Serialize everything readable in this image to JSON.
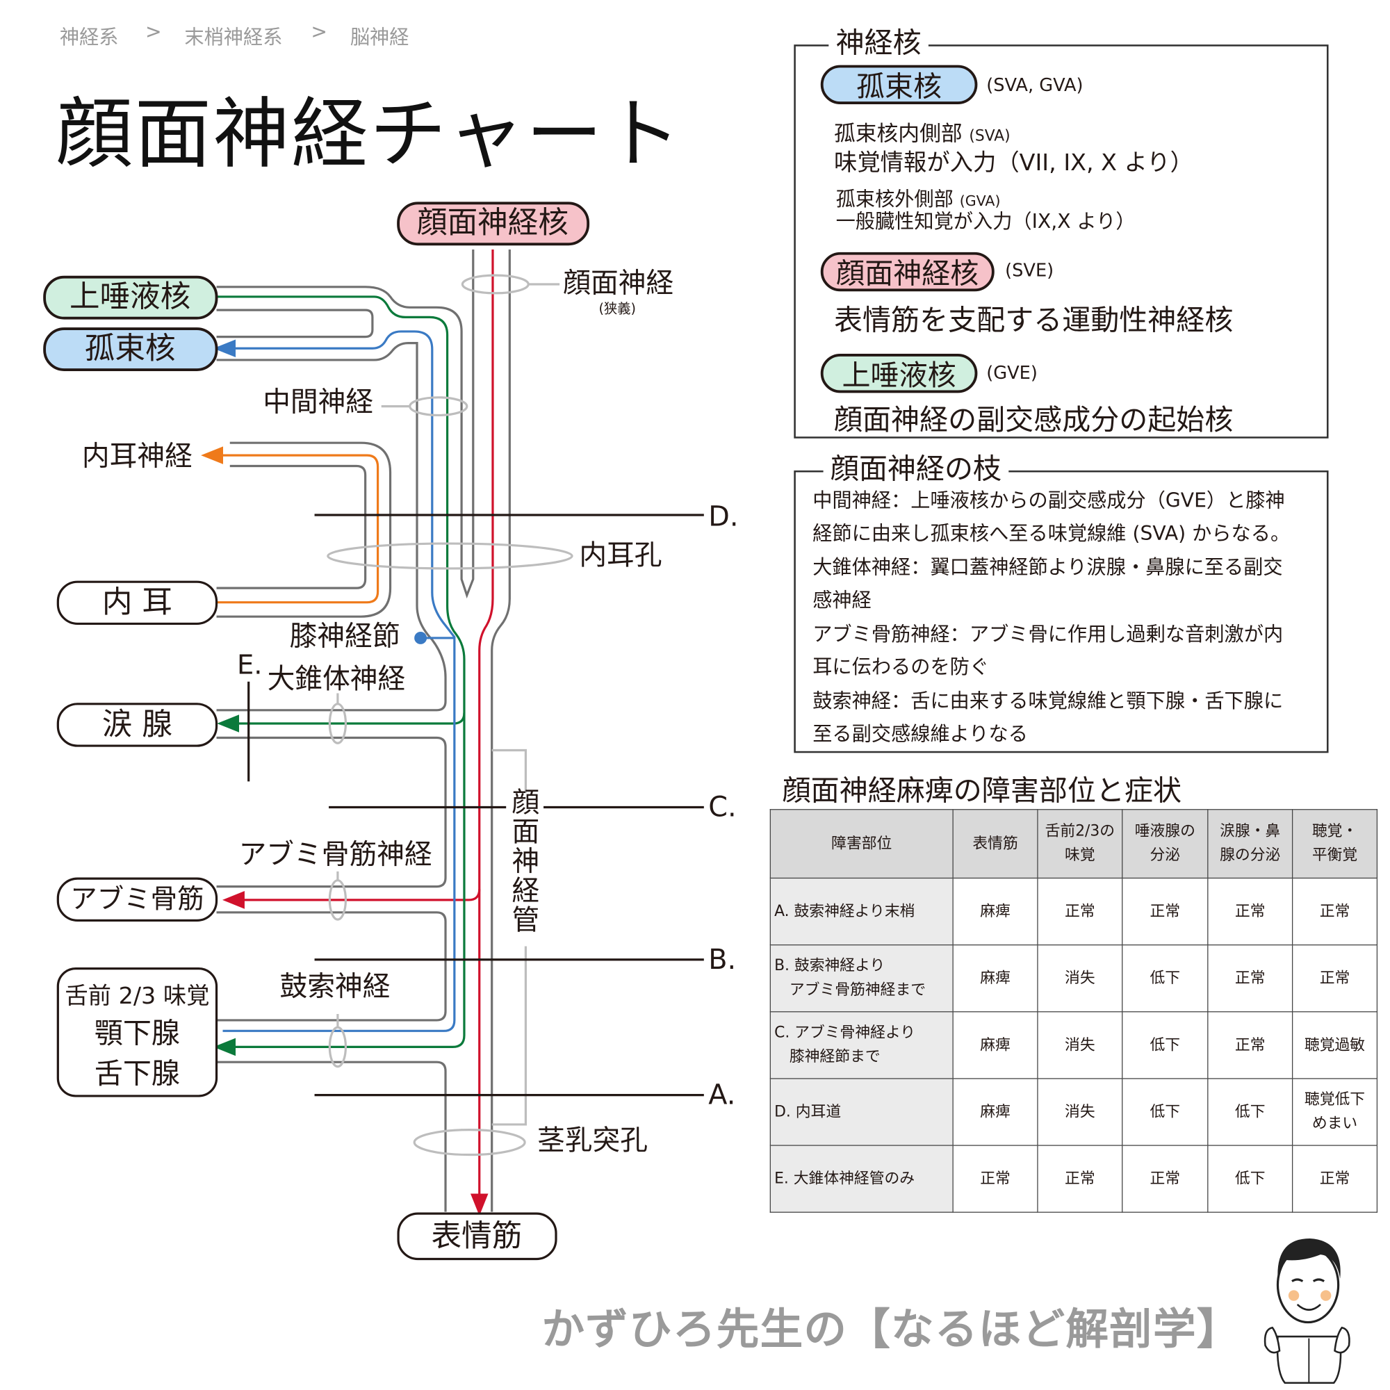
{
  "breadcrumb": [
    "神経系",
    ">",
    "末梢神経系",
    ">",
    "脳神経"
  ],
  "title": "顔面神経チャート",
  "colors": {
    "pink": "#f6c2c9",
    "green": "#d0efdf",
    "blue": "#bcdcf6",
    "red": "#d0112b",
    "green_line": "#0b7a3b",
    "blue_line": "#3a7ac4",
    "orange_line": "#ef7a1a",
    "gray_line": "#707070"
  },
  "diagram": {
    "facial_nucleus": "顔面神経核",
    "sup_salivatory": "上唾液核",
    "solitary": "孤束核",
    "inner_ear": "内 耳",
    "lacrimal": "涙 腺",
    "stapedius": "アブミ骨筋",
    "tongue_lines": [
      "舌前 2/3 味覚",
      "顎下腺",
      "舌下腺"
    ],
    "expression_muscle": "表情筋",
    "facial_nerve": "顔面神経",
    "narrow_sense": "(狭義)",
    "intermediate": "中間神経",
    "vestibulocochlear": "内耳神経",
    "internal_meatus": "内耳孔",
    "geniculate": "膝神経節",
    "e_label": "E.",
    "greater_petrosal": "大錐体神経",
    "stapedius_nerve": "アブミ骨筋神経",
    "chorda": "鼓索神経",
    "canal": [
      "顔",
      "面",
      "神",
      "経",
      "管"
    ],
    "stylomastoid": "茎乳突孔",
    "levels": [
      "D.",
      "C.",
      "B.",
      "A."
    ]
  },
  "nuclei_box": {
    "title": "神経核",
    "solitary": {
      "label": "孤束核",
      "type": "(SVA, GVA)"
    },
    "medial": "孤束核内側部",
    "medial_type": "(SVA)",
    "medial_desc": "味覚情報が入力（VII, IX, X より）",
    "lateral": "孤束核外側部",
    "lateral_type": "(GVA)",
    "lateral_desc": "一般臓性知覚が入力（IX,X より）",
    "facial": {
      "label": "顔面神経核",
      "type": "(SVE)"
    },
    "facial_desc": "表情筋を支配する運動性神経核",
    "salivatory": {
      "label": "上唾液核",
      "type": "(GVE)"
    },
    "salivatory_desc": "顔面神経の副交感成分の起始核"
  },
  "branches_box": {
    "title": "顔面神経の枝",
    "lines": [
      "中間神経：上唾液核からの副交感成分（GVE）と膝神",
      "経節に由来し孤束核へ至る味覚線維 (SVA) からなる。",
      "大錐体神経：翼口蓋神経節より涙腺・鼻腺に至る副交",
      "感神経",
      "アブミ骨筋神経：アブミ骨に作用し過剰な音刺激が内",
      "耳に伝わるのを防ぐ",
      "鼓索神経：舌に由来する味覚線維と顎下腺・舌下腺に",
      "至る副交感線維よりなる"
    ]
  },
  "table": {
    "title": "顔面神経麻痺の障害部位と症状",
    "headers": [
      "障害部位",
      "表情筋",
      "舌前2/3の\n味覚",
      "唾液腺の\n分泌",
      "涙腺・鼻\n腺の分泌",
      "聴覚・\n平衡覚"
    ],
    "rows": [
      [
        "A. 鼓索神経より末梢",
        "麻痺",
        "正常",
        "正常",
        "正常",
        "正常"
      ],
      [
        "B. 鼓索神経より\n　アブミ骨筋神経まで",
        "麻痺",
        "消失",
        "低下",
        "正常",
        "正常"
      ],
      [
        "C. アブミ骨神経より\n　膝神経節まで",
        "麻痺",
        "消失",
        "低下",
        "正常",
        "聴覚過敏"
      ],
      [
        "D. 内耳道",
        "麻痺",
        "消失",
        "低下",
        "低下",
        "聴覚低下\nめまい"
      ],
      [
        "E. 大錐体神経管のみ",
        "正常",
        "正常",
        "正常",
        "低下",
        "正常"
      ]
    ]
  },
  "footer": "かずひろ先生の【なるほど解剖学】"
}
